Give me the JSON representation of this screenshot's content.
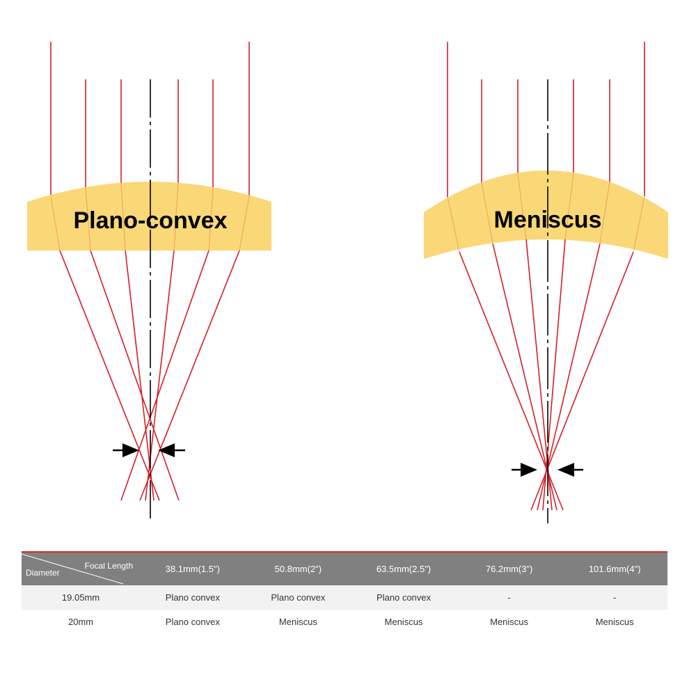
{
  "lenses": [
    {
      "label": "Plano-convex",
      "kind": "plano-convex"
    },
    {
      "label": "Meniscus",
      "kind": "meniscus"
    }
  ],
  "colors": {
    "lens_fill": "#FAD877",
    "ray": "#D41F26",
    "axis": "#000000",
    "table_header_bg": "#808080",
    "table_top_border": "#D72A2A",
    "row_alt_bg": "#F2F2F2"
  },
  "table": {
    "corner_top": "Focal Length",
    "corner_bottom": "Diameter",
    "columns": [
      "38.1mm(1.5\")",
      "50.8mm(2\")",
      "63.5mm(2.5\")",
      "76.2mm(3\")",
      "101.6mm(4\")"
    ],
    "rows": [
      {
        "diameter": "19.05mm",
        "cells": [
          "Plano convex",
          "Plano convex",
          "Plano convex",
          "-",
          "-"
        ]
      },
      {
        "diameter": "20mm",
        "cells": [
          "Plano convex",
          "Meniscus",
          "Meniscus",
          "Meniscus",
          "Meniscus"
        ]
      }
    ]
  }
}
